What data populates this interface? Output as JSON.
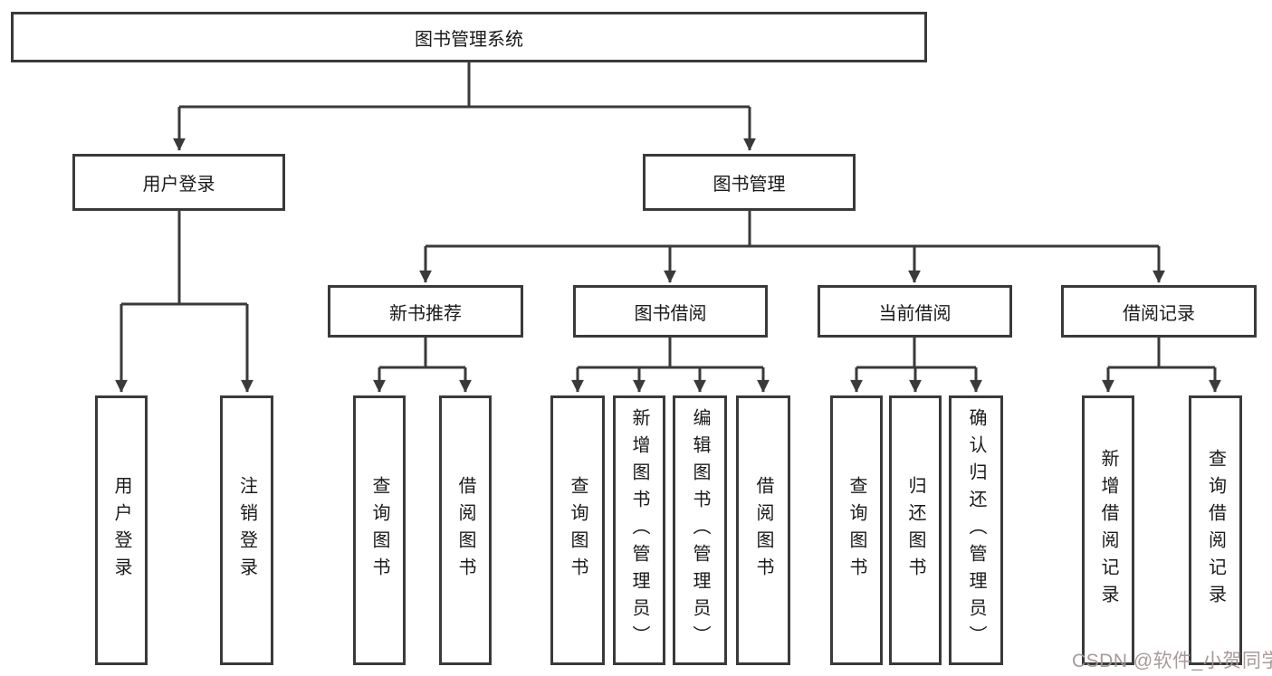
{
  "diagram_title": "图书管理系统",
  "tree": {
    "label": "图书管理系统",
    "children": [
      {
        "label": "用户登录",
        "children": [
          {
            "label": "用户登录"
          },
          {
            "label": "注销登录"
          }
        ]
      },
      {
        "label": "图书管理",
        "children": [
          {
            "label": "新书推荐",
            "children": [
              {
                "label": "查询图书"
              },
              {
                "label": "借阅图书"
              }
            ]
          },
          {
            "label": "图书借阅",
            "children": [
              {
                "label": "查询图书"
              },
              {
                "label": "新增图书（管理员）"
              },
              {
                "label": "编辑图书（管理员）"
              },
              {
                "label": "借阅图书"
              }
            ]
          },
          {
            "label": "当前借阅",
            "children": [
              {
                "label": "查询图书"
              },
              {
                "label": "归还图书"
              },
              {
                "label": "确认归还（管理员）"
              }
            ]
          },
          {
            "label": "借阅记录",
            "children": [
              {
                "label": "新增借阅记录"
              },
              {
                "label": "查询借阅记录"
              }
            ]
          }
        ]
      }
    ]
  },
  "watermark": {
    "text": "CSDN @软件_小贺同学",
    "color": "#a39595"
  },
  "colors": {
    "line": "#3a3a3a",
    "box_border": "#3a3a3a",
    "background": "#ffffff",
    "text": "#1a1a1a"
  }
}
